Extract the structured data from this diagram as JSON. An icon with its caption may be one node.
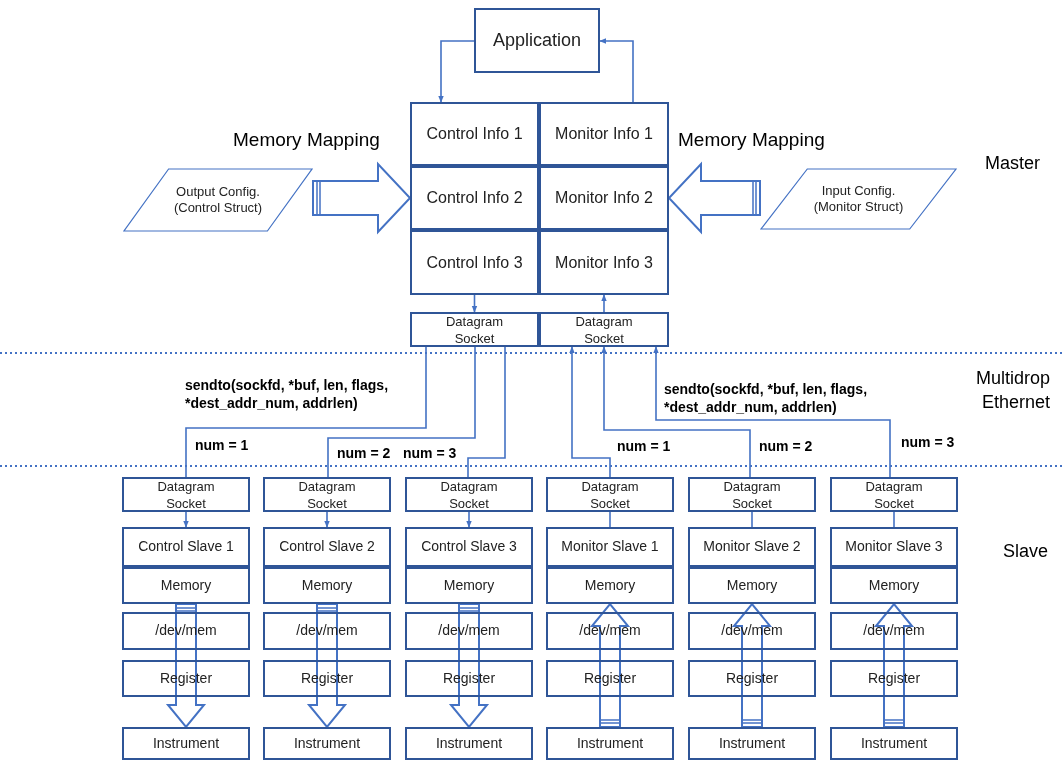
{
  "diagram": {
    "nodes": [
      {
        "text": [
          "Application"
        ]
      },
      {
        "text": [
          "Control Info 1"
        ]
      },
      {
        "text": [
          "Monitor Info 1"
        ]
      },
      {
        "text": [
          "Control Info 2"
        ]
      },
      {
        "text": [
          "Monitor Info 2"
        ]
      },
      {
        "text": [
          "Control Info 3"
        ]
      },
      {
        "text": [
          "Monitor Info 3"
        ]
      },
      {
        "text": [
          "Output Config. (Control Struct)"
        ]
      },
      {
        "text": [
          "Input Config. (Monitor Struct)"
        ]
      },
      {
        "text": [
          "Datagram Socket"
        ]
      },
      {
        "text": [
          "Datagram Socket"
        ]
      },
      {
        "text": [
          "Datagram Socket"
        ]
      },
      {
        "text": [
          "Datagram Socket"
        ]
      },
      {
        "text": [
          "Datagram Socket"
        ]
      },
      {
        "text": [
          "Datagram Socket"
        ]
      },
      {
        "text": [
          "Datagram Socket"
        ]
      },
      {
        "text": [
          "Datagram Socket"
        ]
      },
      {
        "text": [
          "Control Slave 1"
        ]
      },
      {
        "text": [
          "Control Slave 2"
        ]
      },
      {
        "text": [
          "Control Slave 3"
        ]
      },
      {
        "text": [
          "Monitor Slave 1"
        ]
      },
      {
        "text": [
          "Monitor Slave 2"
        ]
      },
      {
        "text": [
          "Monitor Slave 3"
        ]
      },
      {
        "text": [
          "Memory"
        ]
      },
      {
        "text": [
          "Memory"
        ]
      },
      {
        "text": [
          "Memory"
        ]
      },
      {
        "text": [
          "Memory"
        ]
      },
      {
        "text": [
          "Memory"
        ]
      },
      {
        "text": [
          "Memory"
        ]
      },
      {
        "text": [
          "/dev/mem"
        ]
      },
      {
        "text": [
          "/dev/mem"
        ]
      },
      {
        "text": [
          "/dev/mem"
        ]
      },
      {
        "text": [
          "/dev/mem"
        ]
      },
      {
        "text": [
          "/dev/mem"
        ]
      },
      {
        "text": [
          "/dev/mem"
        ]
      },
      {
        "text": [
          "Register"
        ]
      },
      {
        "text": [
          "Register"
        ]
      },
      {
        "text": [
          "Register"
        ]
      },
      {
        "text": [
          "Register"
        ]
      },
      {
        "text": [
          "Register"
        ]
      },
      {
        "text": [
          "Register"
        ]
      },
      {
        "text": [
          "Instrument"
        ]
      },
      {
        "text": [
          "Instrument"
        ]
      },
      {
        "text": [
          "Instrument"
        ]
      },
      {
        "text": [
          "Instrument"
        ]
      },
      {
        "text": [
          "Instrument"
        ]
      },
      {
        "text": [
          "Instrument"
        ]
      }
    ],
    "edges": [
      {
        "from": 0,
        "to": 1,
        "arrow": "to"
      },
      {
        "from": 2,
        "to": 0,
        "arrow": "to"
      },
      {
        "from": 7,
        "to": 3,
        "arrow": "to",
        "style": "thick"
      },
      {
        "from": 8,
        "to": 4,
        "arrow": "to",
        "style": "thick"
      },
      {
        "from": 5,
        "to": 9,
        "arrow": "to"
      },
      {
        "from": 10,
        "to": 6,
        "arrow": "to"
      },
      {
        "from": 9,
        "to": 11,
        "arrow": "none",
        "label": "num = 1"
      },
      {
        "from": 9,
        "to": 12,
        "arrow": "none",
        "label": "num = 2"
      },
      {
        "from": 9,
        "to": 13,
        "arrow": "none",
        "label": "num = 3"
      },
      {
        "from": 14,
        "to": 10,
        "arrow": "to",
        "label": "num = 1"
      },
      {
        "from": 15,
        "to": 10,
        "arrow": "to",
        "label": "num = 2"
      },
      {
        "from": 16,
        "to": 10,
        "arrow": "to",
        "label": "num = 3"
      },
      {
        "from": 11,
        "to": 17,
        "arrow": "to"
      },
      {
        "from": 12,
        "to": 18,
        "arrow": "to"
      },
      {
        "from": 13,
        "to": 19,
        "arrow": "to"
      },
      {
        "from": 20,
        "to": 14,
        "arrow": "none"
      },
      {
        "from": 21,
        "to": 15,
        "arrow": "none"
      },
      {
        "from": 22,
        "to": 16,
        "arrow": "none"
      },
      {
        "from": 23,
        "to": 41,
        "arrow": "to",
        "style": "thick"
      },
      {
        "from": 24,
        "to": 42,
        "arrow": "to",
        "style": "thick"
      },
      {
        "from": 25,
        "to": 43,
        "arrow": "to",
        "style": "thick"
      },
      {
        "from": 44,
        "to": 26,
        "arrow": "to",
        "style": "thick"
      },
      {
        "from": 45,
        "to": 27,
        "arrow": "to",
        "style": "thick"
      },
      {
        "from": 46,
        "to": 28,
        "arrow": "to",
        "style": "thick"
      }
    ],
    "labels": [
      "Memory Mapping",
      "Memory Mapping",
      "Master",
      "sendto(sockfd, *buf, len, flags, *dest_addr_num, addrlen)",
      "sendto(sockfd, *buf, len, flags, *dest_addr_num, addrlen)",
      "Multidrop Ethernet",
      "Slave"
    ]
  }
}
